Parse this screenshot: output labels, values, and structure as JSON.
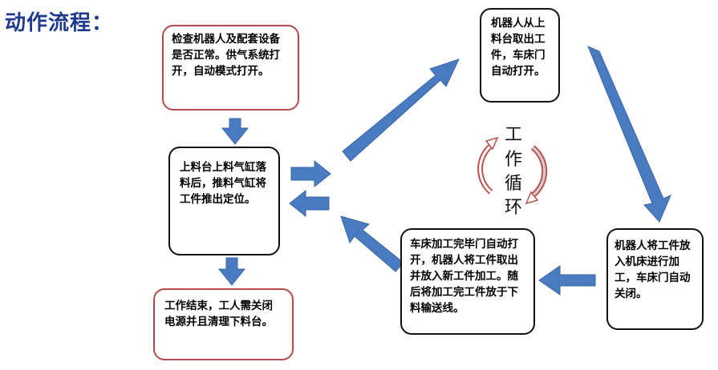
{
  "title": "动作流程：",
  "boxes": {
    "check": "检查机器人及配套设备是否正常。供气系统打开，自动模式打开。",
    "feed": "上料台上料气缸落料后，推料气缸将工件推出定位。",
    "end": "工作结束，工人需关闭电源并且清理下料台。",
    "pick": "机器人从上料台取出工件，车床门自动打开。",
    "load": "机器人将工件放入机床进行加工，车床门自动关闭。",
    "unload": "车床加工完毕门自动打开，机器人将工件取出并放入新工件加工。随后将加工完工件放于下料输送线。"
  },
  "cycle": {
    "chars": [
      "工",
      "作",
      "循",
      "环"
    ]
  },
  "colors": {
    "arrow": "#4a7bc0",
    "arrow_stroke": "#3a66a8",
    "box_border_red": "#b5494b",
    "box_border_black": "#111111",
    "title": "#1f3a8f",
    "cycle_arc": "#c0504d"
  }
}
